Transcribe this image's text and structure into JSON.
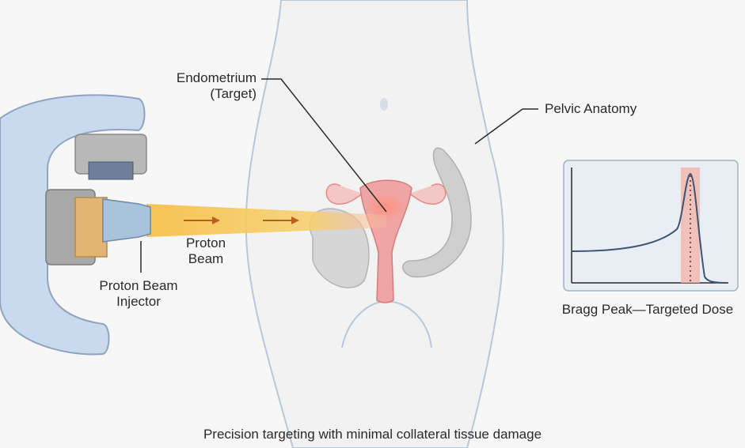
{
  "labels": {
    "endometrium_line1": "Endometrium",
    "endometrium_line2": "(Target)",
    "pelvic_anatomy": "Pelvic Anatomy",
    "proton_beam_line1": "Proton",
    "proton_beam_line2": "Beam",
    "injector_line1": "Proton Beam",
    "injector_line2": "Injector",
    "bragg_peak": "Bragg Peak—Targeted Dose"
  },
  "caption": "Precision targeting with minimal collateral tissue damage",
  "colors": {
    "body_outline": "#b9c8d6",
    "uterus": "#f0a5a5",
    "beam": "#f5c04a",
    "machine": "#c9d9ee",
    "bragg_curve": "#3d5570",
    "bragg_band": "#f2b7b0"
  }
}
